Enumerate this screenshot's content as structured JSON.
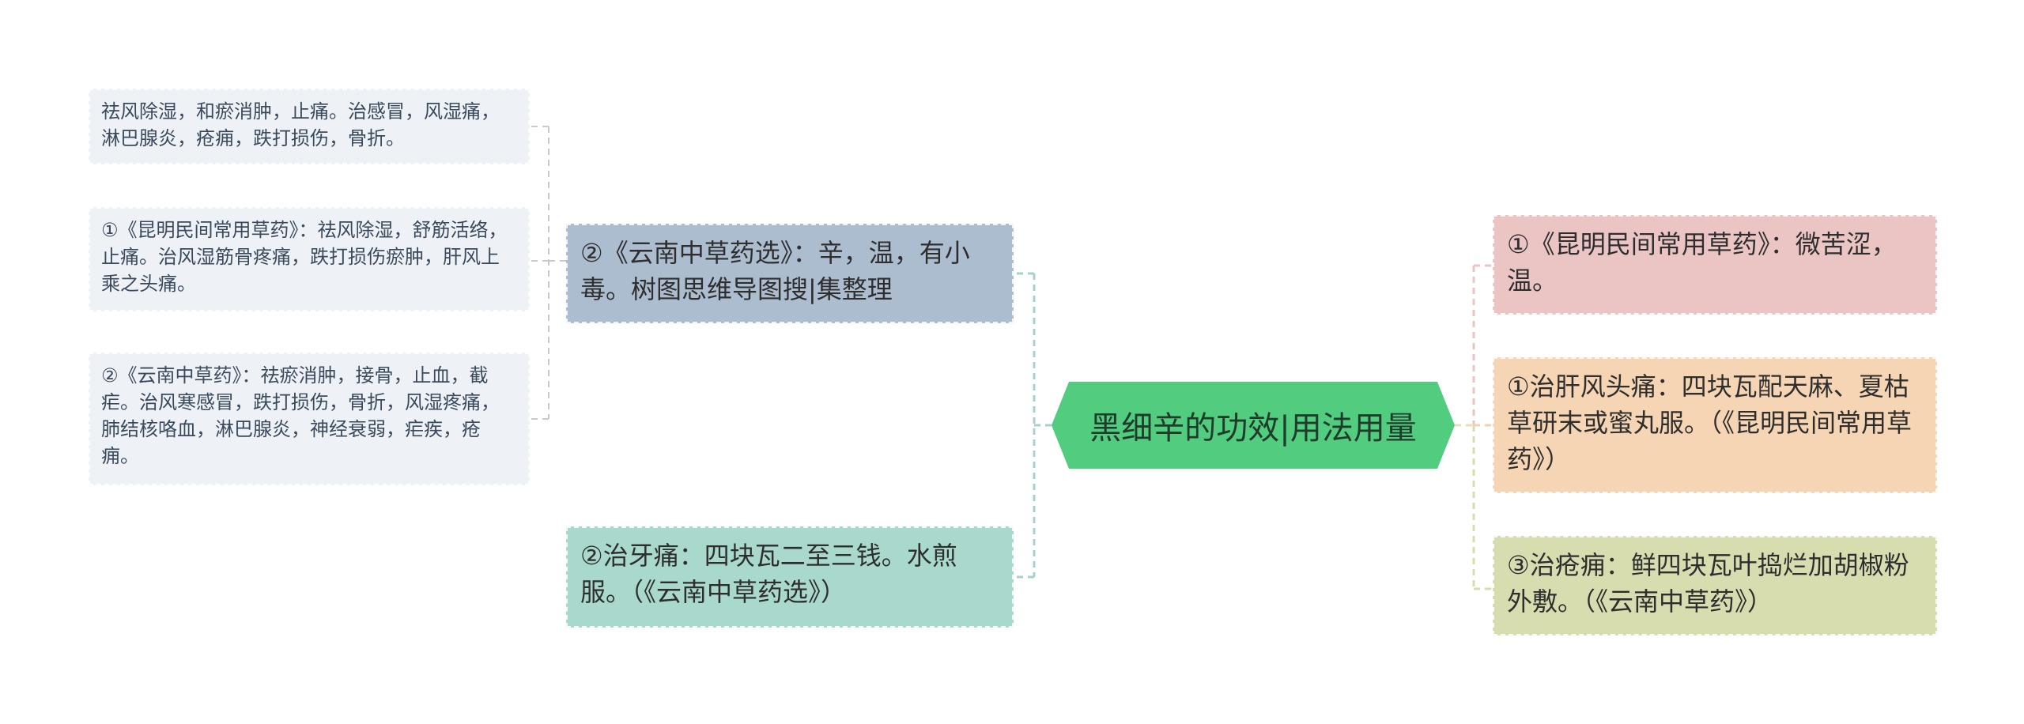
{
  "root": {
    "label": "黑细辛的功效|用法用量",
    "color": "#52cc7f"
  },
  "left": {
    "branch1": {
      "text": "②《云南中草药选》：辛，温，有小毒。树图思维导图搜|集整理",
      "color": "#adbdd0",
      "children": [
        "祛风除湿，和瘀消肿，止痛。治感冒，风湿痛，淋巴腺炎，疮痈，跌打损伤，骨折。",
        "①《昆明民间常用草药》：祛风除湿，舒筋活络，止痛。治风湿筋骨疼痛，跌打损伤瘀肿，肝风上乘之头痛。",
        "②《云南中草药》：祛瘀消肿，接骨，止血，截疟。治风寒感冒，跌打损伤，骨折，风湿疼痛，肺结核咯血，淋巴腺炎，神经衰弱，疟疾，疮痈。"
      ]
    },
    "branch2": {
      "text": "②治牙痛：四块瓦二至三钱。水煎服。（《云南中草药选》）",
      "color": "#a9d8cc"
    }
  },
  "right": [
    {
      "text": "①《昆明民间常用草药》：微苦涩，温。",
      "color": "#ebc4c4"
    },
    {
      "text": "①治肝风头痛：四块瓦配天麻、夏枯草研末或蜜丸服。（《昆明民间常用草药》）",
      "color": "#f5d5b3"
    },
    {
      "text": "③治疮痈：鲜四块瓦叶捣烂加胡椒粉外敷。（《云南中草药》）",
      "color": "#d8ddb0"
    }
  ],
  "colors": {
    "leaf_bg": "#eef2f6",
    "link_left_leaf": "#c9c9c9",
    "link_left": "#a9cfd0",
    "link_right_top": "#ebc4c4",
    "link_right_mid": "#f0d2b0",
    "link_right_bot": "#d8ddb0"
  }
}
